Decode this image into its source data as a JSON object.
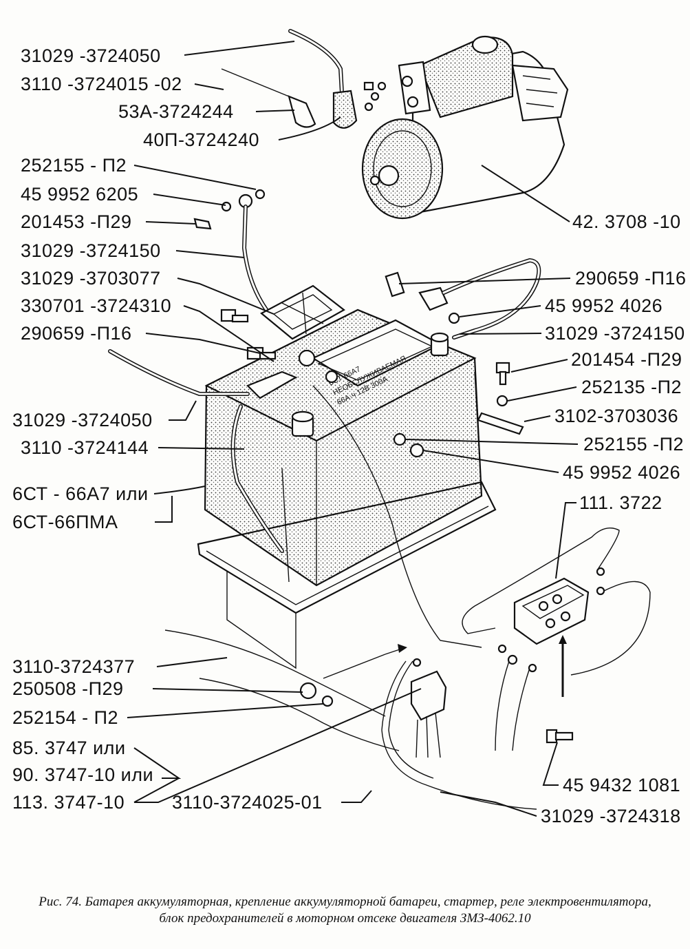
{
  "labels": {
    "l1": "31029 -3724050",
    "l2": "3110 -3724015 -02",
    "l3": "53А-3724244",
    "l4": "40П-3724240",
    "l5": "252155 - П2",
    "l6": "45 9952 6205",
    "l7": "201453 -П29",
    "l8": "31029 -3724150",
    "l9": "31029 -3703077",
    "l10": "330701 -3724310",
    "l11": "290659 -П16",
    "l12": "31029 -3724050",
    "l13": "3110 -3724144",
    "l14": "6СТ - 66А7 или",
    "l15": "6СТ-66ПМА",
    "l16": "3110-3724377",
    "l17": "250508 -П29",
    "l18": "252154 - П2",
    "l19": "85. 3747 или",
    "l20": "90. 3747-10 или",
    "l21": "113. 3747-10",
    "l22": "3110-3724025-01",
    "r1": "42. 3708 -10",
    "r2": "290659 -П16",
    "r3": "45 9952 4026",
    "r4": "31029 -3724150",
    "r5": "201454 -П29",
    "r6": "252135 -П2",
    "r7": "3102-3703036",
    "r8": "252155 -П2",
    "r9": "45 9952 4026",
    "r10": "111. 3722",
    "r11": "45 9432 1081",
    "r12": "31029 -3724318"
  },
  "battery": {
    "model": "6СТ-66А7",
    "note": "НЕОБСЛУЖИВАЕМАЯ",
    "spec": "66А·ч 12В 300А"
  },
  "caption": {
    "line1": "Рис. 74. Батарея аккумуляторная, крепление аккумуляторной батареи, стартер, реле электровентилятора,",
    "line2": "блок предохранителей в моторном отсеке двигателя ЗМЗ-4062.10"
  }
}
